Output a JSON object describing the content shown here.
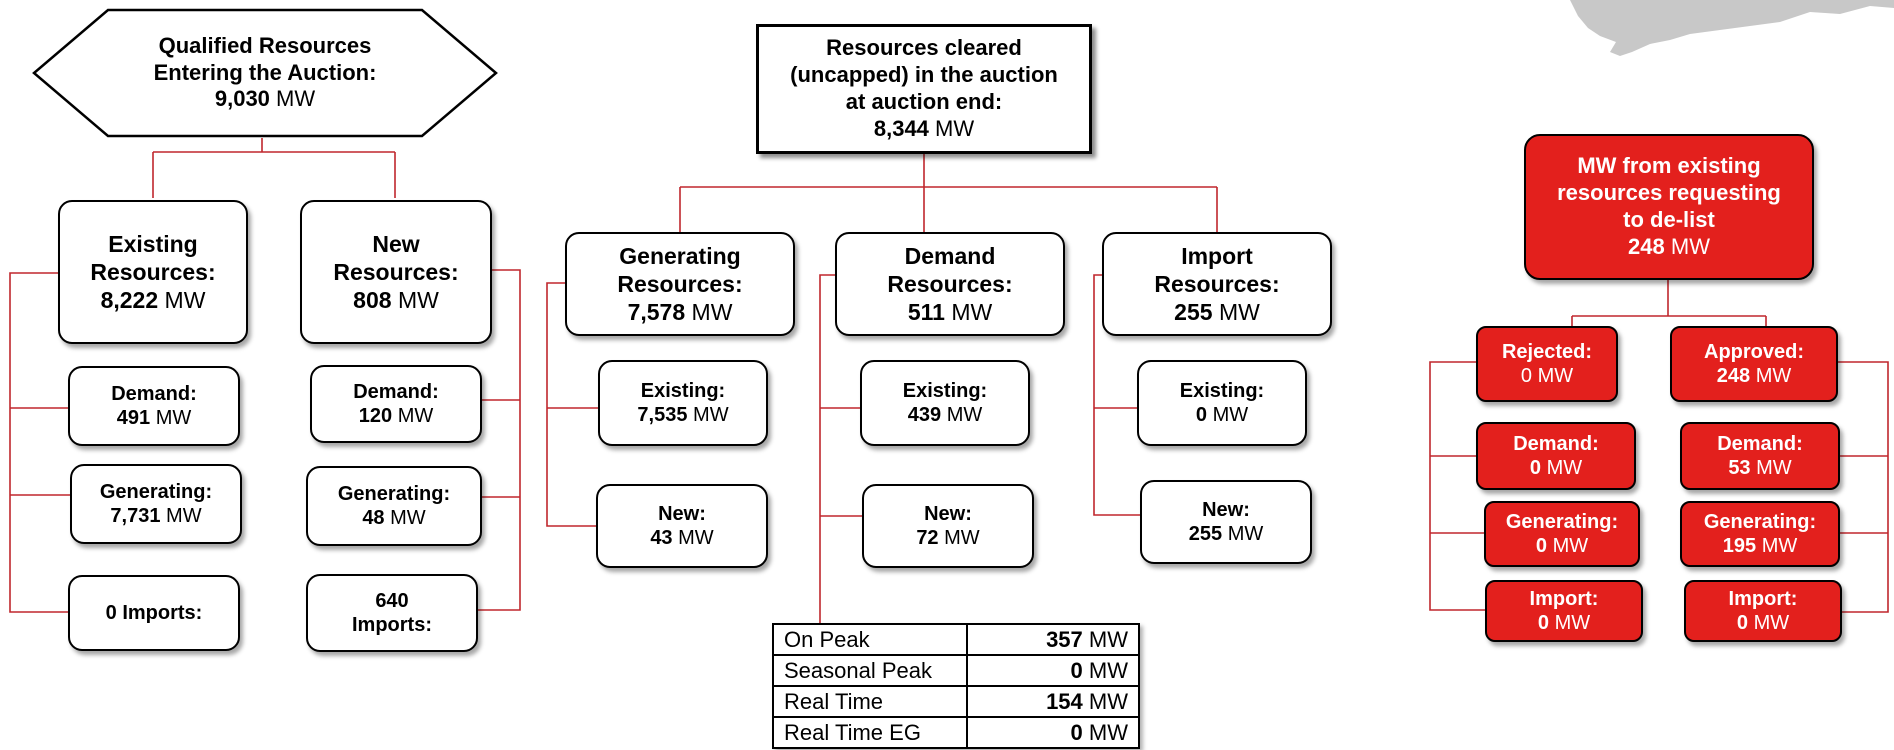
{
  "qualified": {
    "title": [
      "Qualified Resources",
      "Entering the Auction:"
    ],
    "value": "9,030",
    "unit": "MW",
    "existing": {
      "title": [
        "Existing",
        "Resources:"
      ],
      "value": "8,222",
      "unit": "MW"
    },
    "new": {
      "title": [
        "New",
        "Resources:"
      ],
      "value": "808",
      "unit": "MW"
    },
    "existing_items": [
      {
        "label": "Demand:",
        "value": "491",
        "unit": "MW"
      },
      {
        "label": "Generating:",
        "value": "7,731",
        "unit": "MW"
      },
      {
        "label": "0 Imports:"
      }
    ],
    "new_items": [
      {
        "label": "Demand:",
        "value": "120",
        "unit": "MW"
      },
      {
        "label": "Generating:",
        "value": "48",
        "unit": "MW"
      },
      {
        "label": "640",
        "label2": "Imports:"
      }
    ]
  },
  "cleared": {
    "title": [
      "Resources cleared",
      "(uncapped) in the auction",
      "at auction end:"
    ],
    "value": "8,344",
    "unit": "MW",
    "categories": [
      {
        "title": [
          "Generating",
          "Resources:"
        ],
        "value": "7,578",
        "unit": "MW",
        "items": [
          {
            "label": "Existing:",
            "value": "7,535",
            "unit": "MW"
          },
          {
            "label": "New:",
            "value": "43",
            "unit": "MW"
          }
        ]
      },
      {
        "title": [
          "Demand",
          "Resources:"
        ],
        "value": "511",
        "unit": "MW",
        "items": [
          {
            "label": "Existing:",
            "value": "439",
            "unit": "MW"
          },
          {
            "label": "New:",
            "value": "72",
            "unit": "MW"
          }
        ]
      },
      {
        "title": [
          "Import",
          "Resources:"
        ],
        "value": "255",
        "unit": "MW",
        "items": [
          {
            "label": "Existing:",
            "value": "0",
            "unit": "MW"
          },
          {
            "label": "New:",
            "value": "255",
            "unit": "MW"
          }
        ]
      }
    ],
    "demand_table": [
      {
        "label": "On Peak",
        "value": "357",
        "unit": "MW"
      },
      {
        "label": "Seasonal Peak",
        "value": "0",
        "unit": "MW"
      },
      {
        "label": "Real Time",
        "value": "154",
        "unit": "MW"
      },
      {
        "label": "Real Time EG",
        "value": "0",
        "unit": "MW"
      }
    ]
  },
  "delist": {
    "title": [
      "MW from existing",
      "resources requesting",
      "to de-list"
    ],
    "value": "248",
    "unit": "MW",
    "rejected": {
      "label": "Rejected:",
      "value": "0",
      "unit": "MW"
    },
    "approved": {
      "label": "Approved:",
      "value": "248",
      "unit": "MW"
    },
    "rejected_items": [
      {
        "label": "Demand:",
        "value": "0",
        "unit": "MW"
      },
      {
        "label": "Generating:",
        "value": "0",
        "unit": "MW"
      },
      {
        "label": "Import:",
        "value": "0",
        "unit": "MW"
      }
    ],
    "approved_items": [
      {
        "label": "Demand:",
        "value": "53",
        "unit": "MW"
      },
      {
        "label": "Generating:",
        "value": "195",
        "unit": "MW"
      },
      {
        "label": "Import:",
        "value": "0",
        "unit": "MW"
      }
    ]
  },
  "colors": {
    "connector": "#c0272d",
    "delist_fill": "#e3201d",
    "map_shape": "#c8c8c8"
  }
}
